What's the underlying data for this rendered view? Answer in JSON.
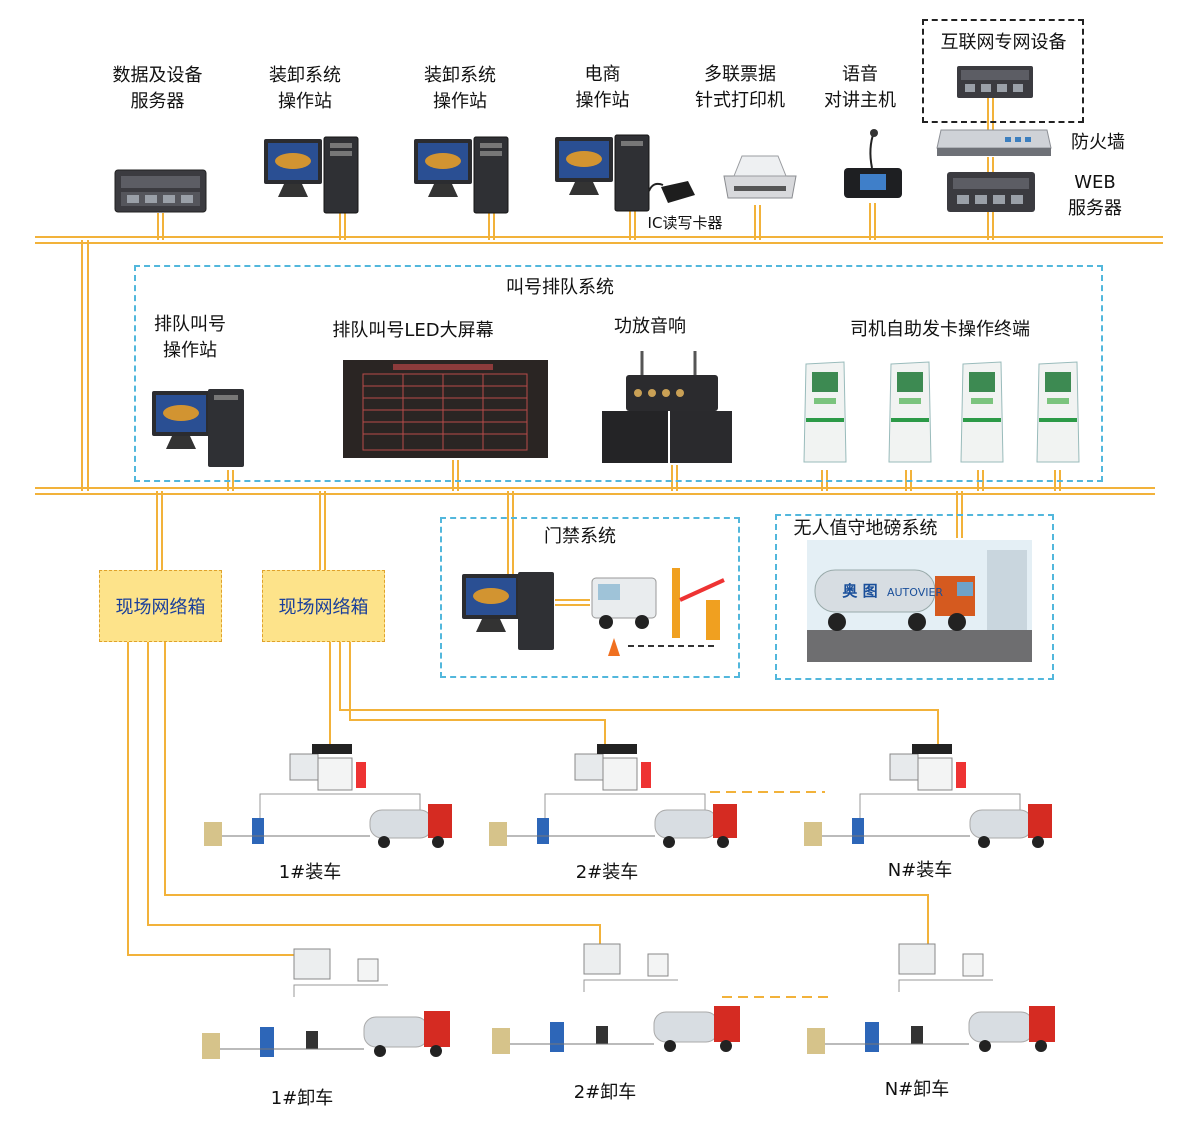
{
  "top": {
    "data_server": "数据及设备\n服务器",
    "load_station_1": "装卸系统\n操作站",
    "load_station_2": "装卸系统\n操作站",
    "ecommerce_station": "电商\n操作站",
    "ic_reader": "IC读写卡器",
    "printer": "多联票据\n针式打印机",
    "intercom": "语音\n对讲主机",
    "internet_device": "互联网专网设备",
    "firewall": "防火墙",
    "web_server": "WEB\n服务器"
  },
  "queue": {
    "system_title": "叫号排队系统",
    "station": "排队叫号\n操作站",
    "led_screen": "排队叫号LED大屏幕",
    "amplifier": "功放音响",
    "kiosk_terminal": "司机自助发卡操作终端"
  },
  "field_box_1": "现场网络箱",
  "field_box_2": "现场网络箱",
  "access_system": "门禁系统",
  "weighbridge": {
    "title": "无人值守地磅系统",
    "brand": "奥 图",
    "brand_en": "AUTOVIER"
  },
  "loading": {
    "s1": "1#装车",
    "s2": "2#装车",
    "sN": "N#装车"
  },
  "unloading": {
    "s1": "1#卸车",
    "s2": "2#卸车",
    "sN": "N#卸车"
  },
  "colors": {
    "bus": "#f2b23a",
    "dash_blue": "#52b7dc",
    "truck": "#d52b22",
    "box": "#fde38a"
  }
}
